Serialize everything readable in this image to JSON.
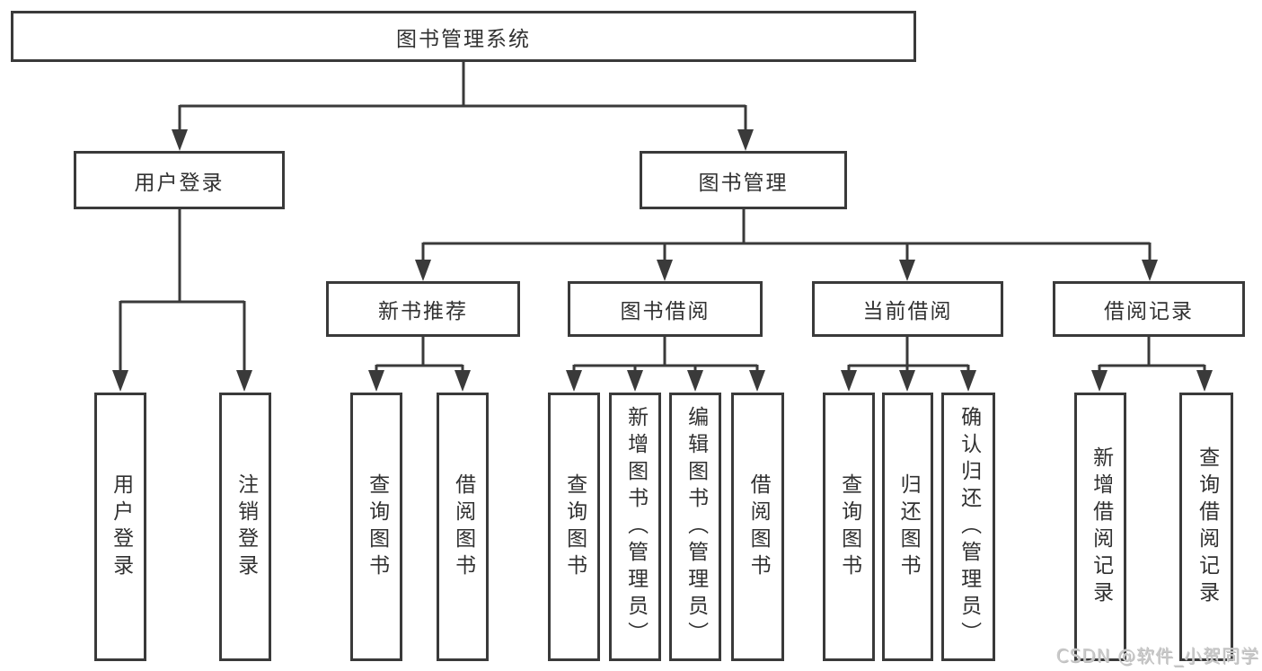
{
  "diagram": {
    "root": {
      "label": "图书管理系统"
    },
    "level2": [
      {
        "label": "用户登录"
      },
      {
        "label": "图书管理"
      }
    ],
    "level3": [
      {
        "label": "新书推荐"
      },
      {
        "label": "图书借阅"
      },
      {
        "label": "当前借阅"
      },
      {
        "label": "借阅记录"
      }
    ],
    "leaves": [
      {
        "label": "用户登录"
      },
      {
        "label": "注销登录"
      },
      {
        "label": "查询图书"
      },
      {
        "label": "借阅图书"
      },
      {
        "label": "查询图书"
      },
      {
        "label": "新增图书（管理员）"
      },
      {
        "label": "编辑图书（管理员）"
      },
      {
        "label": "借阅图书"
      },
      {
        "label": "查询图书"
      },
      {
        "label": "归还图书"
      },
      {
        "label": "确认归还（管理员）"
      },
      {
        "label": "新增借阅记录"
      },
      {
        "label": "查询借阅记录"
      }
    ]
  },
  "watermark": {
    "text": "CSDN @软件_小贺同学"
  },
  "colors": {
    "line": "#3a3a3a",
    "text": "#313131",
    "background": "#ffffff",
    "watermark": "#c9c9c9"
  }
}
